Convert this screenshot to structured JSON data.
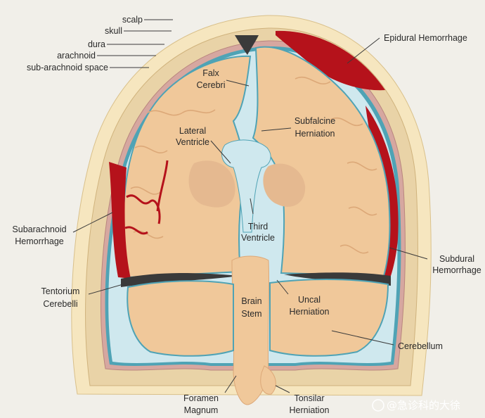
{
  "labels": {
    "scalp": "scalp",
    "skull": "skull",
    "dura": "dura",
    "arachnoid": "arachnoid",
    "subarachnoid_space": "sub-arachnoid space",
    "epidural": "Epidural Hemorrhage",
    "falx_1": "Falx",
    "falx_2": "Cerebri",
    "subfalcine_1": "Subfalcine",
    "subfalcine_2": "Herniation",
    "lateral_1": "Lateral",
    "lateral_2": "Ventricle",
    "third_1": "Third",
    "third_2": "Ventricle",
    "subarachnoid_1": "Subarachnoid",
    "subarachnoid_2": "Hemorrhage",
    "subdural_1": "Subdural",
    "subdural_2": "Hemorrhage",
    "tentorium_1": "Tentorium",
    "tentorium_2": "Cerebelli",
    "brainstem_1": "Brain",
    "brainstem_2": "Stem",
    "uncal_1": "Uncal",
    "uncal_2": "Herniation",
    "cerebellum": "Cerebellum",
    "foramen_1": "Foramen",
    "foramen_2": "Magnum",
    "tonsilar_1": "Tonsilar",
    "tonsilar_2": "Herniation"
  },
  "watermark": "@急诊科的大徐",
  "colors": {
    "background": "#f1efe9",
    "scalp": "#f6e6bf",
    "skull": "#e9d3a7",
    "dura": "#d6a7a0",
    "arachnoid": "#4fa3b5",
    "csf": "#cfe8ee",
    "brain": "#f0c89a",
    "deep": "#e5b990",
    "hemorrhage": "#b5121b",
    "falx": "#3a3a3a"
  }
}
